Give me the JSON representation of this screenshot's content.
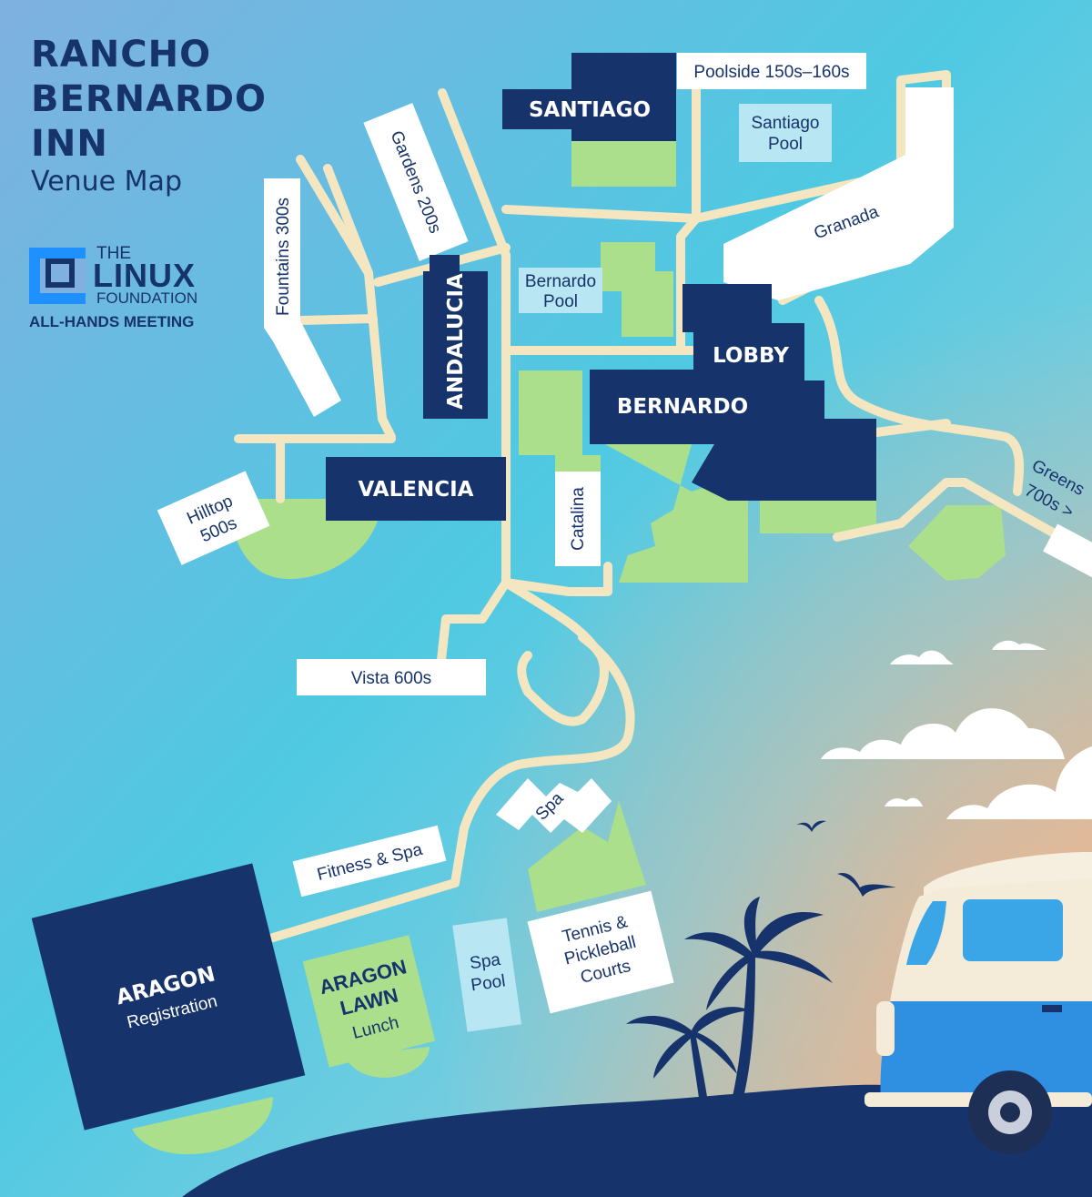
{
  "title": {
    "line1": "RANCHO",
    "line2": "BERNARDO",
    "line3": "INN",
    "subtitle": "Venue Map"
  },
  "logo": {
    "the": "THE",
    "linux": "LINUX",
    "foundation": "FOUNDATION",
    "event": "ALL-HANDS MEETING"
  },
  "buildings": {
    "santiago": "SANTIAGO",
    "andalucia": "ANDALUCIA",
    "lobby": "LOBBY",
    "bernardo": "BERNARDO",
    "valencia": "VALENCIA",
    "aragon": "ARAGON",
    "aragon_sub": "Registration"
  },
  "lawn": {
    "line1": "ARAGON",
    "line2": "LAWN",
    "sub": "Lunch"
  },
  "labels": {
    "poolside": "Poolside 150s–160s",
    "santiago_pool_1": "Santiago",
    "santiago_pool_2": "Pool",
    "granada": "Granada",
    "gardens": "Gardens 200s",
    "fountains": "Fountains 300s",
    "bernardo_pool_1": "Bernardo",
    "bernardo_pool_2": "Pool",
    "catalina": "Catalina",
    "hilltop_1": "Hilltop",
    "hilltop_2": "500s",
    "greens_1": "Greens",
    "greens_2": "700s >",
    "vista": "Vista 600s",
    "spa": "Spa",
    "fitness": "Fitness & Spa",
    "spa_pool_1": "Spa",
    "spa_pool_2": "Pool",
    "tennis_1": "Tennis &",
    "tennis_2": "Pickleball",
    "tennis_3": "Courts"
  },
  "colors": {
    "navy": "#17336b",
    "green": "#abdf8c",
    "path": "#f3e6c0",
    "pool": "#b8e6f3",
    "label_bg": "#ffffff"
  }
}
